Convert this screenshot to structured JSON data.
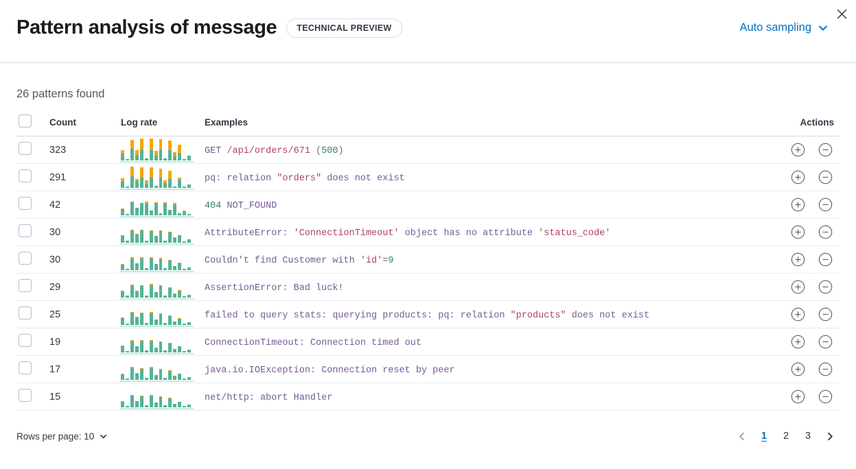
{
  "header": {
    "title": "Pattern analysis of message",
    "badge": "TECHNICAL PREVIEW",
    "sampling_label": "Auto sampling"
  },
  "summary": {
    "patterns_found": "26 patterns found"
  },
  "colors": {
    "accent": "#0071c2",
    "teal": "#54b399",
    "orange": "#f5a60d",
    "purple": "#765b96",
    "red": "#aa4367",
    "green": "#3a7f68"
  },
  "icons": {
    "close": "✕",
    "chevron_down": "⌄",
    "plus_circle": "⊕",
    "minus_circle": "⊖",
    "chevron_left": "‹",
    "chevron_right": "›"
  },
  "table": {
    "columns": {
      "count": "Count",
      "log_rate": "Log rate",
      "examples": "Examples",
      "actions": "Actions"
    },
    "chart_meta": {
      "type": "stacked-bar",
      "segments": [
        "teal",
        "orange"
      ],
      "unit": "percent-of-max"
    },
    "rows": [
      {
        "count": "323",
        "log_rate_bars": [
          [
            30,
            14
          ],
          [
            6,
            0
          ],
          [
            52,
            40
          ],
          [
            24,
            20
          ],
          [
            46,
            50
          ],
          [
            8,
            0
          ],
          [
            44,
            52
          ],
          [
            22,
            22
          ],
          [
            48,
            46
          ],
          [
            8,
            0
          ],
          [
            44,
            42
          ],
          [
            18,
            18
          ],
          [
            30,
            40
          ],
          [
            6,
            0
          ],
          [
            20,
            0
          ]
        ],
        "example": [
          {
            "text": "GET ",
            "color": "purple"
          },
          {
            "text": "/api/orders/671 ",
            "color": "red"
          },
          {
            "text": "(",
            "color": "purple"
          },
          {
            "text": "500",
            "color": "green"
          },
          {
            "text": ")",
            "color": "purple"
          }
        ]
      },
      {
        "count": "291",
        "log_rate_bars": [
          [
            26,
            16
          ],
          [
            6,
            0
          ],
          [
            50,
            42
          ],
          [
            30,
            8
          ],
          [
            46,
            44
          ],
          [
            18,
            14
          ],
          [
            44,
            46
          ],
          [
            8,
            0
          ],
          [
            46,
            40
          ],
          [
            22,
            12
          ],
          [
            40,
            36
          ],
          [
            6,
            0
          ],
          [
            36,
            10
          ],
          [
            6,
            0
          ],
          [
            16,
            0
          ]
        ],
        "example": [
          {
            "text": "pq: relation ",
            "color": "purple"
          },
          {
            "text": "\"orders\"",
            "color": "red"
          },
          {
            "text": " does not exist",
            "color": "purple"
          }
        ]
      },
      {
        "count": "42",
        "log_rate_bars": [
          [
            28,
            4
          ],
          [
            6,
            0
          ],
          [
            58,
            4
          ],
          [
            34,
            0
          ],
          [
            56,
            0
          ],
          [
            52,
            8
          ],
          [
            20,
            0
          ],
          [
            56,
            4
          ],
          [
            8,
            0
          ],
          [
            54,
            4
          ],
          [
            24,
            0
          ],
          [
            48,
            5
          ],
          [
            8,
            0
          ],
          [
            16,
            6
          ],
          [
            4,
            0
          ]
        ],
        "example": [
          {
            "text": "404",
            "color": "green"
          },
          {
            "text": " NOT_FOUND",
            "color": "purple"
          }
        ]
      },
      {
        "count": "30",
        "log_rate_bars": [
          [
            30,
            2
          ],
          [
            8,
            0
          ],
          [
            56,
            3
          ],
          [
            36,
            2
          ],
          [
            54,
            4
          ],
          [
            10,
            0
          ],
          [
            52,
            4
          ],
          [
            30,
            0
          ],
          [
            50,
            3
          ],
          [
            8,
            0
          ],
          [
            44,
            4
          ],
          [
            20,
            2
          ],
          [
            34,
            0
          ],
          [
            6,
            0
          ],
          [
            14,
            0
          ]
        ],
        "example": [
          {
            "text": "AttributeError: ",
            "color": "purple"
          },
          {
            "text": "'ConnectionTimeout'",
            "color": "red"
          },
          {
            "text": " object has no attribute ",
            "color": "purple"
          },
          {
            "text": "'status_code'",
            "color": "red"
          }
        ]
      },
      {
        "count": "30",
        "log_rate_bars": [
          [
            24,
            3
          ],
          [
            6,
            0
          ],
          [
            50,
            6
          ],
          [
            30,
            0
          ],
          [
            52,
            5
          ],
          [
            8,
            0
          ],
          [
            52,
            6
          ],
          [
            26,
            0
          ],
          [
            48,
            5
          ],
          [
            8,
            0
          ],
          [
            42,
            3
          ],
          [
            18,
            0
          ],
          [
            30,
            2
          ],
          [
            6,
            0
          ],
          [
            12,
            0
          ]
        ],
        "example": [
          {
            "text": "Couldn't find Customer with ",
            "color": "purple"
          },
          {
            "text": "'id'",
            "color": "red"
          },
          {
            "text": "=",
            "color": "purple"
          },
          {
            "text": "9",
            "color": "green"
          }
        ]
      },
      {
        "count": "29",
        "log_rate_bars": [
          [
            26,
            2
          ],
          [
            8,
            0
          ],
          [
            52,
            6
          ],
          [
            28,
            2
          ],
          [
            50,
            4
          ],
          [
            10,
            0
          ],
          [
            54,
            5
          ],
          [
            24,
            0
          ],
          [
            50,
            4
          ],
          [
            8,
            0
          ],
          [
            42,
            3
          ],
          [
            16,
            2
          ],
          [
            30,
            2
          ],
          [
            6,
            0
          ],
          [
            12,
            0
          ]
        ],
        "example": [
          {
            "text": "AssertionError: Bad luck!",
            "color": "purple"
          }
        ]
      },
      {
        "count": "25",
        "log_rate_bars": [
          [
            30,
            3
          ],
          [
            6,
            0
          ],
          [
            56,
            4
          ],
          [
            32,
            2
          ],
          [
            52,
            4
          ],
          [
            8,
            0
          ],
          [
            50,
            5
          ],
          [
            24,
            0
          ],
          [
            48,
            4
          ],
          [
            8,
            0
          ],
          [
            40,
            3
          ],
          [
            16,
            0
          ],
          [
            28,
            2
          ],
          [
            6,
            0
          ],
          [
            12,
            0
          ]
        ],
        "example": [
          {
            "text": "failed to query stats: querying products: pq: relation ",
            "color": "purple"
          },
          {
            "text": "\"products\"",
            "color": "red"
          },
          {
            "text": " does not exist",
            "color": "purple"
          }
        ]
      },
      {
        "count": "19",
        "log_rate_bars": [
          [
            26,
            2
          ],
          [
            6,
            0
          ],
          [
            52,
            4
          ],
          [
            28,
            0
          ],
          [
            50,
            4
          ],
          [
            10,
            0
          ],
          [
            52,
            4
          ],
          [
            22,
            0
          ],
          [
            46,
            3
          ],
          [
            8,
            0
          ],
          [
            40,
            3
          ],
          [
            16,
            0
          ],
          [
            26,
            0
          ],
          [
            6,
            0
          ],
          [
            12,
            0
          ]
        ],
        "example": [
          {
            "text": "ConnectionTimeout: Connection timed out",
            "color": "purple"
          }
        ]
      },
      {
        "count": "17",
        "log_rate_bars": [
          [
            24,
            2
          ],
          [
            6,
            0
          ],
          [
            50,
            6
          ],
          [
            28,
            2
          ],
          [
            48,
            4
          ],
          [
            8,
            0
          ],
          [
            50,
            5
          ],
          [
            22,
            0
          ],
          [
            46,
            4
          ],
          [
            8,
            0
          ],
          [
            40,
            3
          ],
          [
            16,
            2
          ],
          [
            26,
            0
          ],
          [
            6,
            0
          ],
          [
            12,
            0
          ]
        ],
        "example": [
          {
            "text": "java.io.IOException: Connection reset by peer",
            "color": "purple"
          }
        ]
      },
      {
        "count": "15",
        "log_rate_bars": [
          [
            24,
            4
          ],
          [
            6,
            0
          ],
          [
            50,
            4
          ],
          [
            26,
            0
          ],
          [
            48,
            4
          ],
          [
            8,
            0
          ],
          [
            50,
            4
          ],
          [
            22,
            0
          ],
          [
            44,
            3
          ],
          [
            8,
            0
          ],
          [
            38,
            3
          ],
          [
            14,
            0
          ],
          [
            24,
            0
          ],
          [
            6,
            0
          ],
          [
            12,
            0
          ]
        ],
        "example": [
          {
            "text": "net/http: abort Handler",
            "color": "purple"
          }
        ]
      }
    ]
  },
  "footer": {
    "rows_per_page_label": "Rows per page: 10",
    "pages": [
      "1",
      "2",
      "3"
    ],
    "active_page": "1"
  }
}
